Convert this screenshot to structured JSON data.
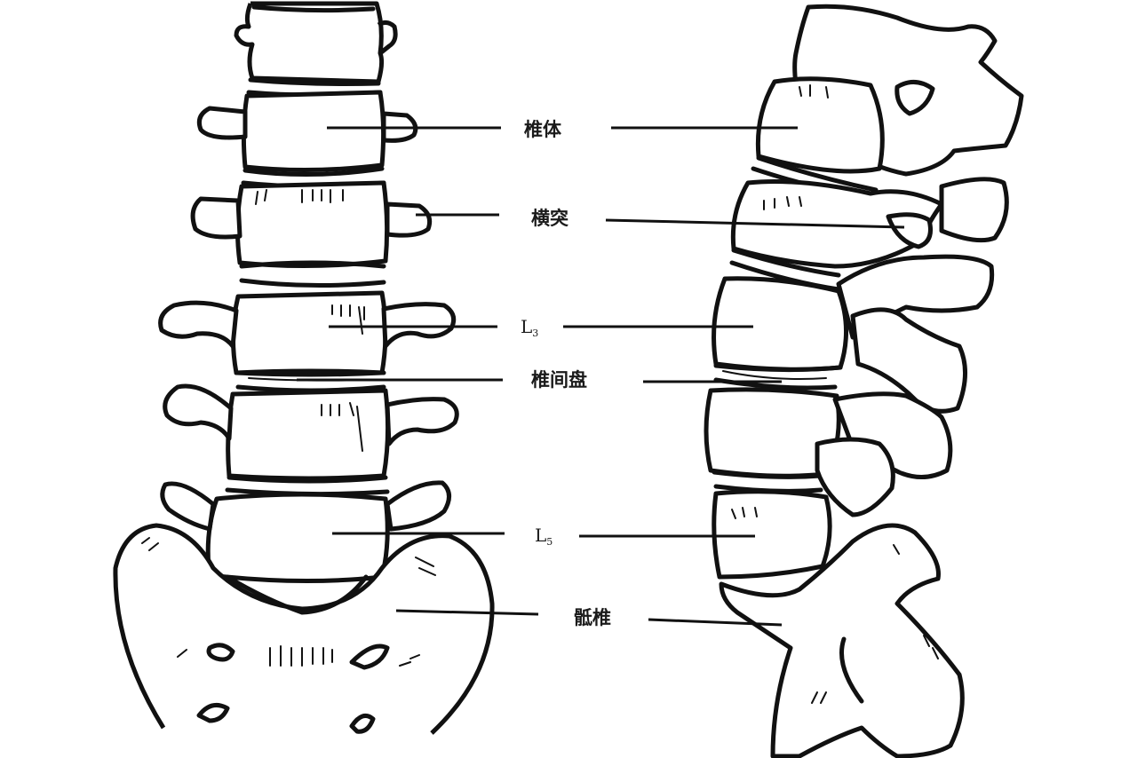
{
  "labels": {
    "vertebral_body": "椎体",
    "transverse_process": "横突",
    "l3_letter": "L",
    "l3_sub": "3",
    "disc": "椎间盘",
    "l5_letter": "L",
    "l5_sub": "5",
    "sacrum": "骶椎"
  },
  "colors": {
    "ink": "#111111",
    "paper": "#ffffff"
  }
}
